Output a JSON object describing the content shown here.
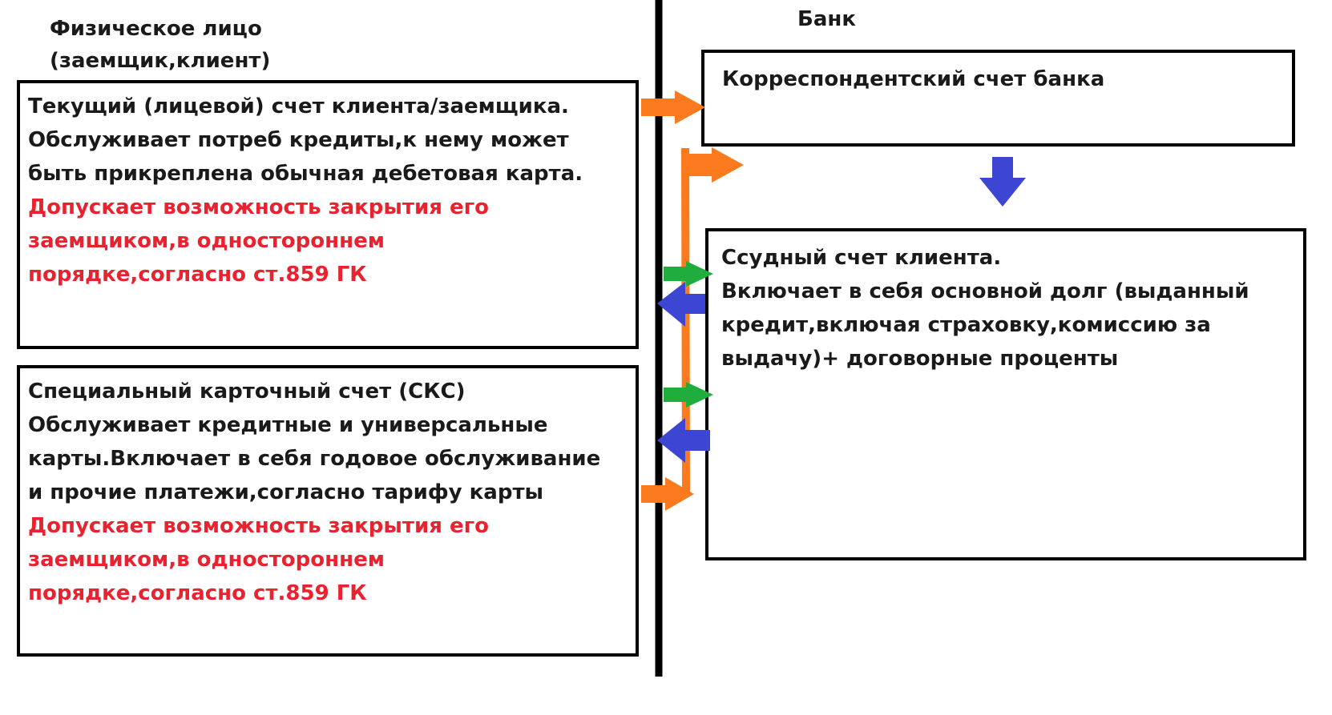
{
  "headings": {
    "person": "Физическое лицо",
    "person_sub": "(заемщик,клиент)",
    "bank": "Банк"
  },
  "boxes": {
    "current_account": {
      "lines": [
        "Текущий (лицевой) счет клиента/заемщика.",
        "Обслуживает потреб кредиты,к нему может",
        "быть прикреплена обычная дебетовая карта."
      ],
      "closure": [
        "Допускает возможность закрытия его",
        "заемщиком,в одностороннем",
        "порядке,согласно ст.859 ГК"
      ]
    },
    "card_account": {
      "lines": [
        "Специальный карточный счет (СКС)",
        "Обслуживает кредитные и универсальные",
        "карты.Включает в себя годовое обслуживание",
        "и прочие платежи,согласно тарифу карты"
      ],
      "closure": [
        "Допускает возможность закрытия его",
        "заемщиком,в одностороннем",
        "порядке,согласно ст.859 ГК"
      ]
    },
    "correspondent_account": {
      "lines": [
        "Корреспондентский счет банка"
      ]
    },
    "loan_account": {
      "lines": [
        "Ссудный счет клиента.",
        "Включает в себя основной долг (выданный",
        "кредит,включая страховку,комиссию за",
        "выдачу)+ договорные проценты"
      ]
    }
  },
  "colors": {
    "divider": "#000000",
    "orange": "#fb7a1d",
    "blue": "#3c46d2",
    "green": "#1fae3d",
    "red_text": "#e8232f"
  }
}
